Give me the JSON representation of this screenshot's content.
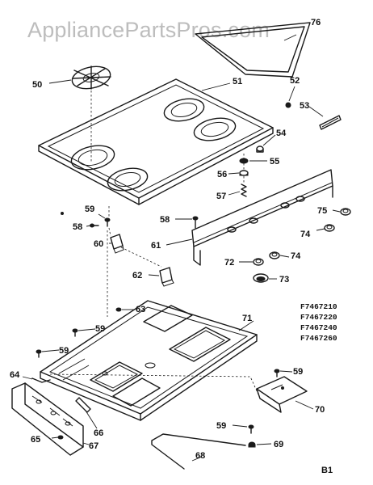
{
  "watermark": "AppliancePartsPros.com",
  "model_numbers": [
    "F7467210",
    "F7467220",
    "F7467240",
    "F7467260"
  ],
  "page_code": "B1",
  "callouts": {
    "c50": "50",
    "c51": "51",
    "c52": "52",
    "c53": "53",
    "c54": "54",
    "c55": "55",
    "c56": "56",
    "c57": "57",
    "c58a": "58",
    "c58b": "58",
    "c59a": "59",
    "c59b": "59",
    "c59c": "59",
    "c59d": "59",
    "c59e": "59",
    "c60": "60",
    "c61": "61",
    "c62": "62",
    "c63": "63",
    "c64": "64",
    "c65": "65",
    "c66": "66",
    "c67": "67",
    "c68": "68",
    "c69": "69",
    "c70": "70",
    "c71": "71",
    "c72": "72",
    "c73": "73",
    "c74a": "74",
    "c74b": "74",
    "c75": "75",
    "c76": "76"
  }
}
